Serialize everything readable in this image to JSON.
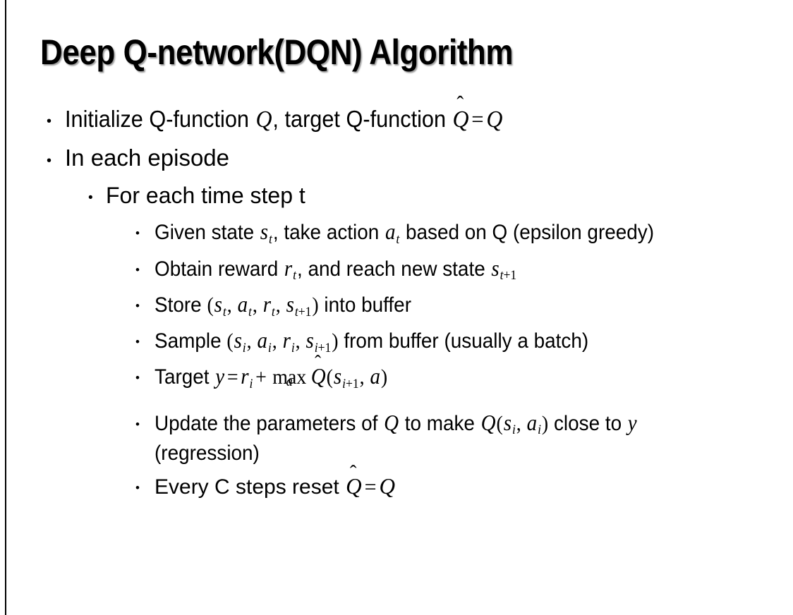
{
  "slide": {
    "title": "Deep Q-network(DQN) Algorithm",
    "background_color": "#ffffff",
    "text_color": "#000000",
    "rule_color": "#000000"
  },
  "bullets": {
    "initialize": {
      "pre": "Initialize Q-function ",
      "var_q1": "Q",
      "mid": ", target Q-function ",
      "var_qhat": "Q",
      "equals": "=",
      "var_q2": "Q"
    },
    "in_each_episode": "In each episode",
    "for_each_time_step": "For each time step t",
    "given_state": {
      "pre": "Given state ",
      "var_s": "s",
      "sub_s": "t",
      "mid": ", take action ",
      "var_a": "a",
      "sub_a": "t",
      "post": " based on Q (epsilon greedy)"
    },
    "obtain_reward": {
      "pre": "Obtain reward ",
      "var_r": "r",
      "sub_r": "t",
      "mid": ", and reach new state ",
      "var_s": "s",
      "sub_s_italic": "t",
      "sub_s_upright": "+1"
    },
    "store": {
      "pre": "Store ",
      "open_paren": "(",
      "var_s1": "s",
      "sub_s1": "t",
      "comma1": ", ",
      "var_a": "a",
      "sub_a": "t",
      "comma2": ", ",
      "var_r": "r",
      "sub_r": "t",
      "comma3": ", ",
      "var_s2": "s",
      "sub_s2_italic": "t",
      "sub_s2_upright": "+1",
      "close_paren": ")",
      "post": " into buffer"
    },
    "sample": {
      "pre": "Sample ",
      "open_paren": "(",
      "var_s1": "s",
      "sub_s1": "i",
      "comma1": ", ",
      "var_a": "a",
      "sub_a": "i",
      "comma2": ", ",
      "var_r": "r",
      "sub_r": "i",
      "comma3": ", ",
      "var_s2": "s",
      "sub_s2_italic": "i",
      "sub_s2_upright": "+1",
      "close_paren": ")",
      "post": " from buffer (usually a batch)"
    },
    "target": {
      "pre": "Target ",
      "var_y": "y",
      "equals": "=",
      "var_r": "r",
      "sub_r": "i",
      "plus": "+",
      "max_label": "max",
      "max_limit": "a",
      "var_qhat": "Q",
      "open_paren": "(",
      "var_s": "s",
      "sub_s_italic": "i",
      "sub_s_upright": "+1",
      "comma": ", ",
      "var_a": "a",
      "close_paren": ")"
    },
    "update": {
      "pre": "Update the parameters of ",
      "var_q1": "Q",
      "mid1": " to make ",
      "var_q2": "Q",
      "open_paren": "(",
      "var_s": "s",
      "sub_s": "i",
      "comma": ", ",
      "var_a": "a",
      "sub_a": "i",
      "close_paren": ")",
      "mid2": " close to ",
      "var_y": "y",
      "post": " (regression)"
    },
    "every_c_steps": {
      "pre": "Every C steps reset ",
      "var_qhat": "Q",
      "equals": "=",
      "var_q": "Q"
    }
  },
  "icons": {
    "bullet_glyph": "•"
  }
}
